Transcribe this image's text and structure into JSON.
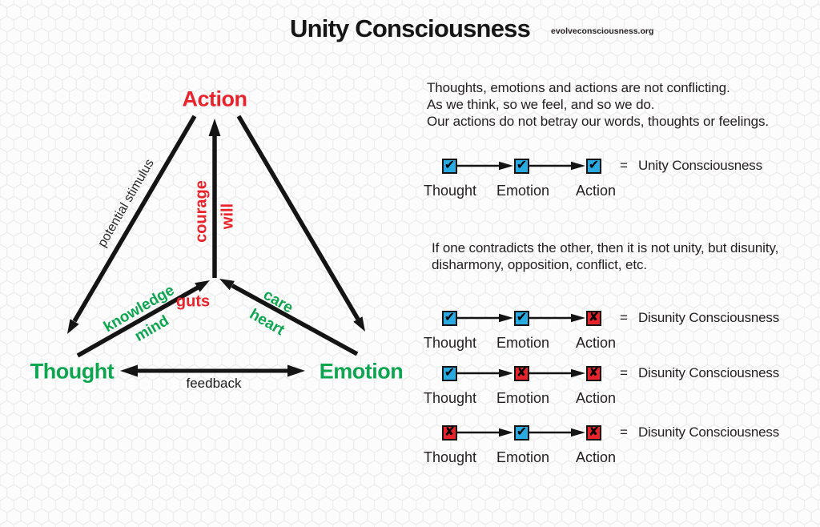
{
  "page": {
    "title": "Unity Consciousness",
    "site": "evolveconsciousness.org"
  },
  "colors": {
    "red": "#E8232B",
    "green": "#0EA551",
    "blue": "#29ABE2",
    "ink": "#231F20"
  },
  "triangle": {
    "nodes": {
      "action": "Action",
      "thought": "Thought",
      "emotion": "Emotion"
    },
    "edge_labels": {
      "potential_stimulus": "potential stimulus",
      "courage": "courage",
      "will": "will",
      "guts": "guts",
      "knowledge": "knowledge",
      "mind": "mind",
      "care": "care",
      "heart": "heart",
      "feedback": "feedback"
    }
  },
  "panel": {
    "intro_lines": [
      "Thoughts, emotions and actions are not conflicting.",
      "As we think, so we feel, and so we do.",
      "Our actions do not betray our words, thoughts or feelings."
    ],
    "disunity_lines": [
      "If one contradicts the other, then it is not unity, but disunity,",
      "disharmony, opposition, conflict, etc."
    ],
    "equals": "=",
    "labels": [
      "Thought",
      "Emotion",
      "Action"
    ],
    "rows": [
      {
        "boxes": [
          {
            "state": "check",
            "glyph": "✔"
          },
          {
            "state": "check",
            "glyph": "✔"
          },
          {
            "state": "check",
            "glyph": "✔"
          }
        ],
        "result": "Unity Consciousness"
      },
      {
        "boxes": [
          {
            "state": "check",
            "glyph": "✔"
          },
          {
            "state": "check",
            "glyph": "✔"
          },
          {
            "state": "x",
            "glyph": "✘"
          }
        ],
        "result": "Disunity Consciousness"
      },
      {
        "boxes": [
          {
            "state": "check",
            "glyph": "✔"
          },
          {
            "state": "x",
            "glyph": "✘"
          },
          {
            "state": "x",
            "glyph": "✘"
          }
        ],
        "result": "Disunity Consciousness"
      },
      {
        "boxes": [
          {
            "state": "x",
            "glyph": "✘"
          },
          {
            "state": "check",
            "glyph": "✔"
          },
          {
            "state": "x",
            "glyph": "✘"
          }
        ],
        "result": "Disunity Consciousness"
      }
    ]
  }
}
